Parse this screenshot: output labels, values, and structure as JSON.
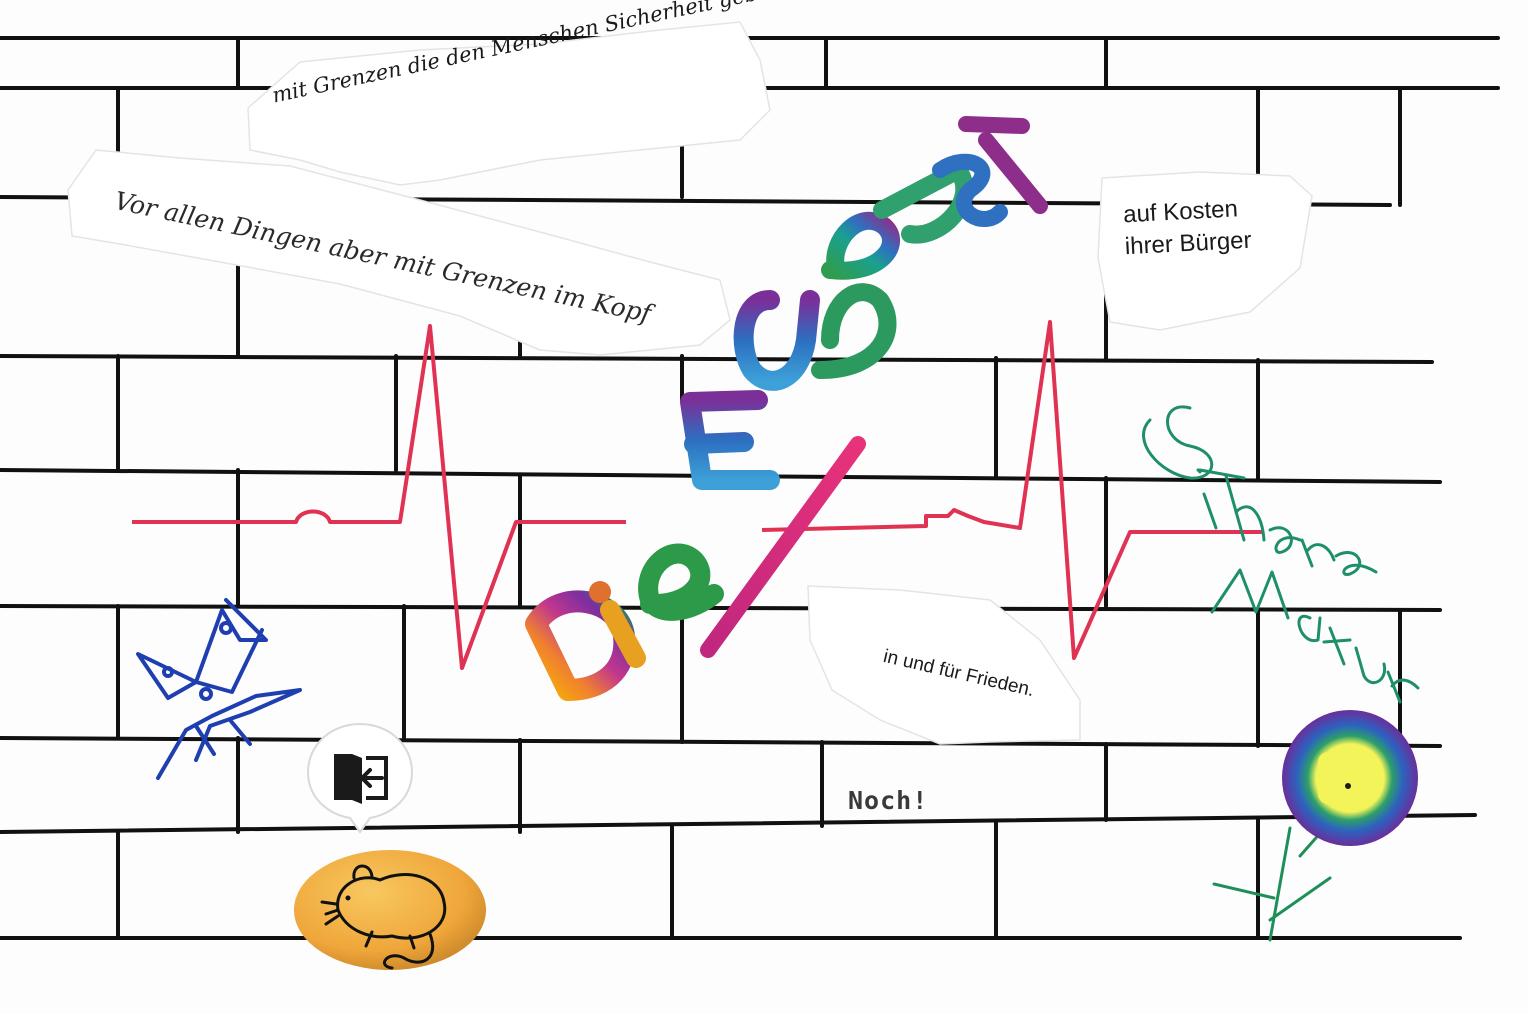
{
  "notes": {
    "line1": "mit Grenzen die den Menschen Sicherheit geben",
    "line2": "Vor allen Dingen aber mit Grenzen im Kopf",
    "line3a": "auf Kosten",
    "line3b": "ihrer Bürger",
    "line4": "in und für Frieden.",
    "line5": "Noch!"
  },
  "handwriting": {
    "title_lettering": "Die EU lebt",
    "side_lettering": "& ihrer Natur"
  },
  "icons": {
    "exit": "exit-door-icon",
    "mouse": "mouse-stone-icon",
    "flower": "flower-icon",
    "butterfly": "butterfly-icon"
  },
  "colors": {
    "wall_lines": "#111111",
    "heartbeat": "#e03252",
    "butterfly": "#1f3fb0",
    "side_text": "#1e8f6a",
    "flower_center": "#f3f35a",
    "stone": "#f0b040"
  }
}
